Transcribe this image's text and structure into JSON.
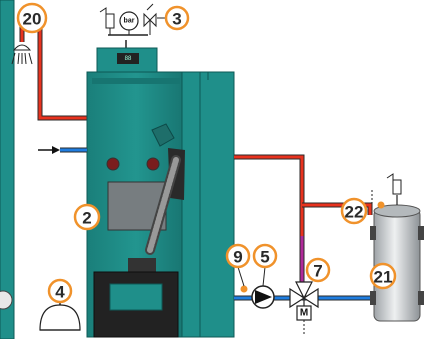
{
  "callouts": [
    {
      "id": "label-20",
      "text": "20"
    },
    {
      "id": "label-3",
      "text": "3"
    },
    {
      "id": "label-2",
      "text": "2"
    },
    {
      "id": "label-4",
      "text": "4"
    },
    {
      "id": "label-9",
      "text": "9"
    },
    {
      "id": "label-5",
      "text": "5"
    },
    {
      "id": "label-7",
      "text": "7"
    },
    {
      "id": "label-22",
      "text": "22"
    },
    {
      "id": "label-21",
      "text": "21"
    }
  ],
  "gauge_text": "bar",
  "motor_text": "M",
  "colors": {
    "callout_ring": "#f0922b",
    "hot_pipe": "#e8321e",
    "cold_pipe": "#1f7de0",
    "boiler_body": "#1f8f8a",
    "boiler_dark": "#176e6a",
    "tank": "#c9cdd0"
  }
}
